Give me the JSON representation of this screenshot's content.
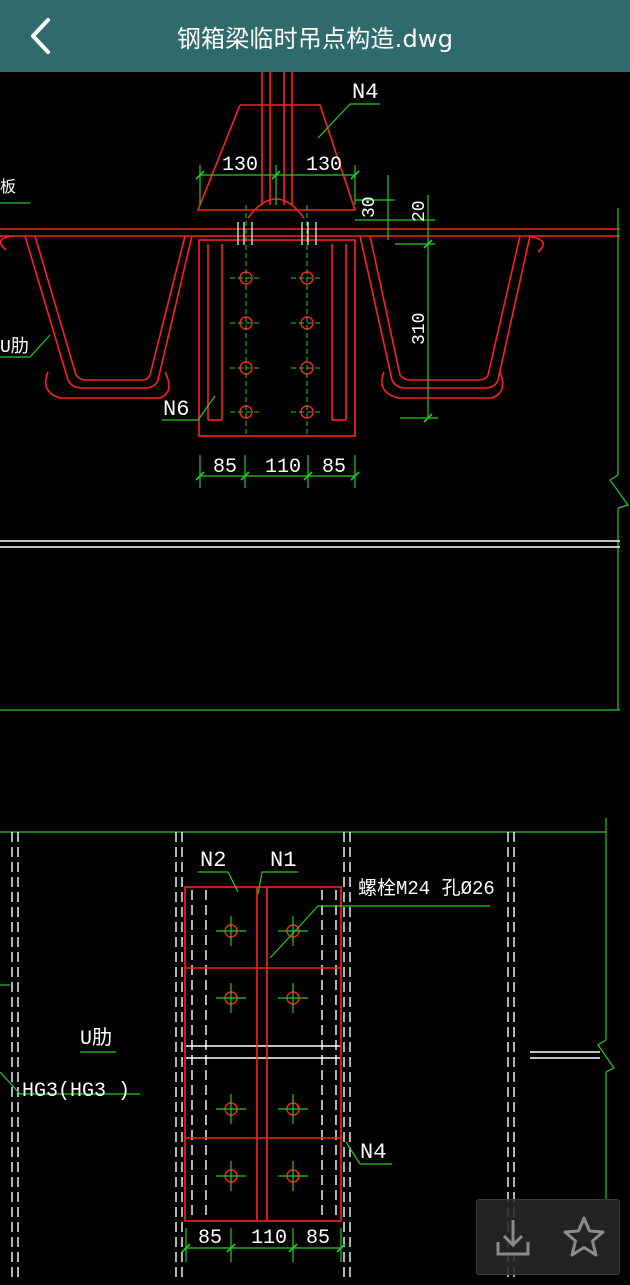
{
  "header": {
    "title": "钢箱梁临时吊点构造.dwg"
  },
  "colors": {
    "bar": "#2f6b6c",
    "line_red": "#ff2020",
    "line_green": "#22cc22",
    "line_white": "#ffffff"
  },
  "drawing": {
    "top_view": {
      "dim_130_left": "130",
      "dim_130_right": "130",
      "dim_30": "30",
      "dim_20": "20",
      "dim_310": "310",
      "dim_85_left": "85",
      "dim_110": "110",
      "dim_85_right": "85",
      "label_n4": "N4",
      "label_n6": "N6",
      "label_u_rib": "U肋",
      "label_plate": "板"
    },
    "bottom_view": {
      "label_n2": "N2",
      "label_n1": "N1",
      "bolt_note": "螺栓M24 孔Ø26",
      "label_u_rib": "U肋",
      "label_hg3": "HG3(HG3 )",
      "label_n4": "N4",
      "dim_85_left": "85",
      "dim_110": "110",
      "dim_85_right": "85"
    }
  },
  "actions": {
    "download": "download-icon",
    "favorite": "star-icon"
  }
}
